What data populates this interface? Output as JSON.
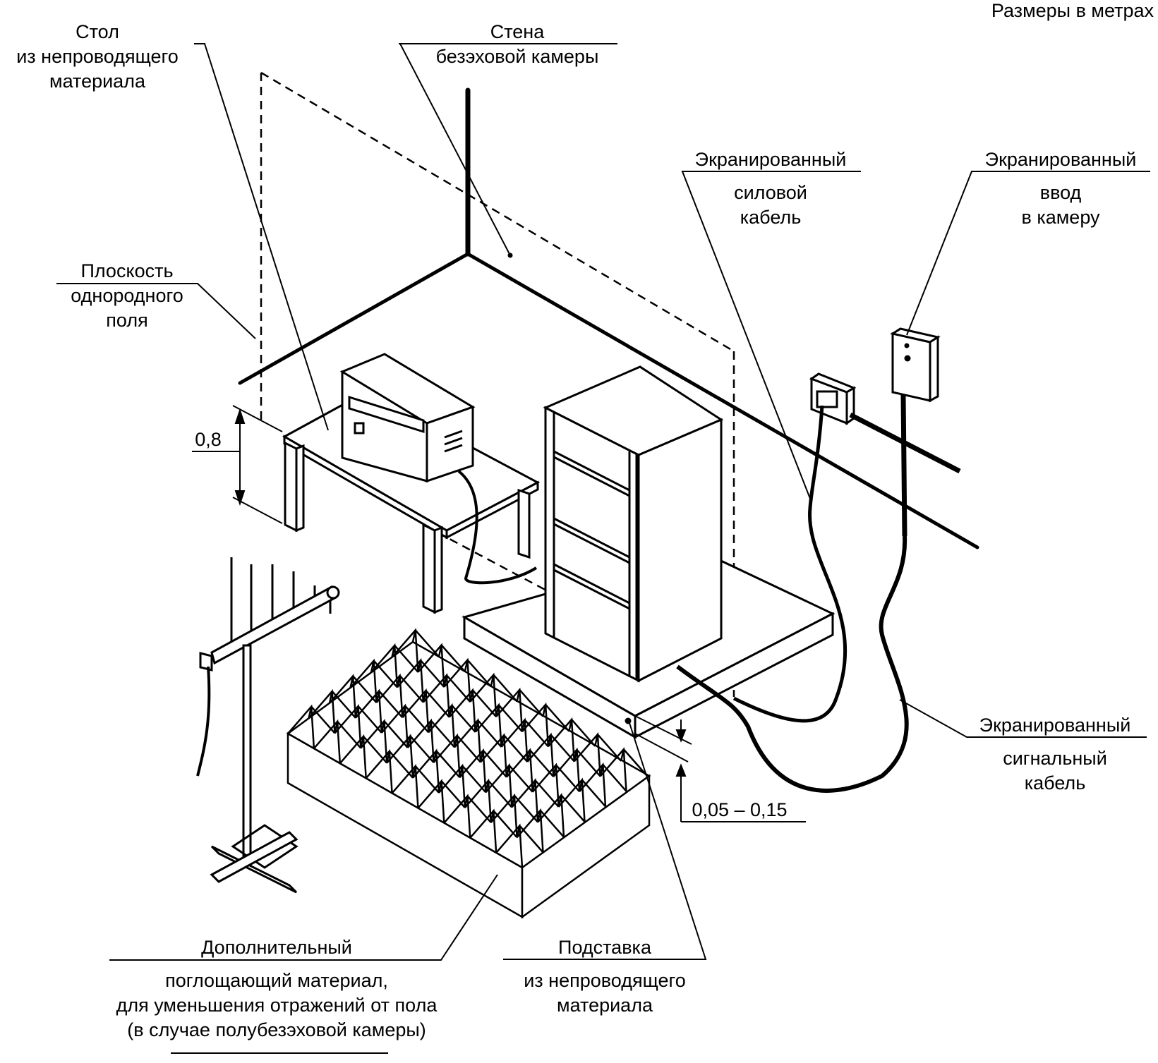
{
  "units_note": "Размеры в метрах",
  "labels": {
    "table": [
      "Стол",
      "из непроводящего",
      "материала"
    ],
    "wall": [
      "Стена",
      "безэховой камеры"
    ],
    "plane": [
      "Плоскость",
      "однородного",
      "поля"
    ],
    "power_cable": [
      "Экранированный",
      "силовой",
      "кабель"
    ],
    "chamber_input": [
      "Экранированный",
      "ввод",
      "в камеру"
    ],
    "signal_cable": [
      "Экранированный",
      "сигнальный",
      "кабель"
    ],
    "absorber": [
      "Дополнительный",
      "поглощающий материал,",
      "для уменьшения отражений от пола",
      "(в случае полубезэховой камеры)"
    ],
    "stand": [
      "Подставка",
      "из непроводящего",
      "материала"
    ]
  },
  "dimensions": {
    "table_height": "0,8",
    "stand_height": "0,05 – 0,15"
  }
}
